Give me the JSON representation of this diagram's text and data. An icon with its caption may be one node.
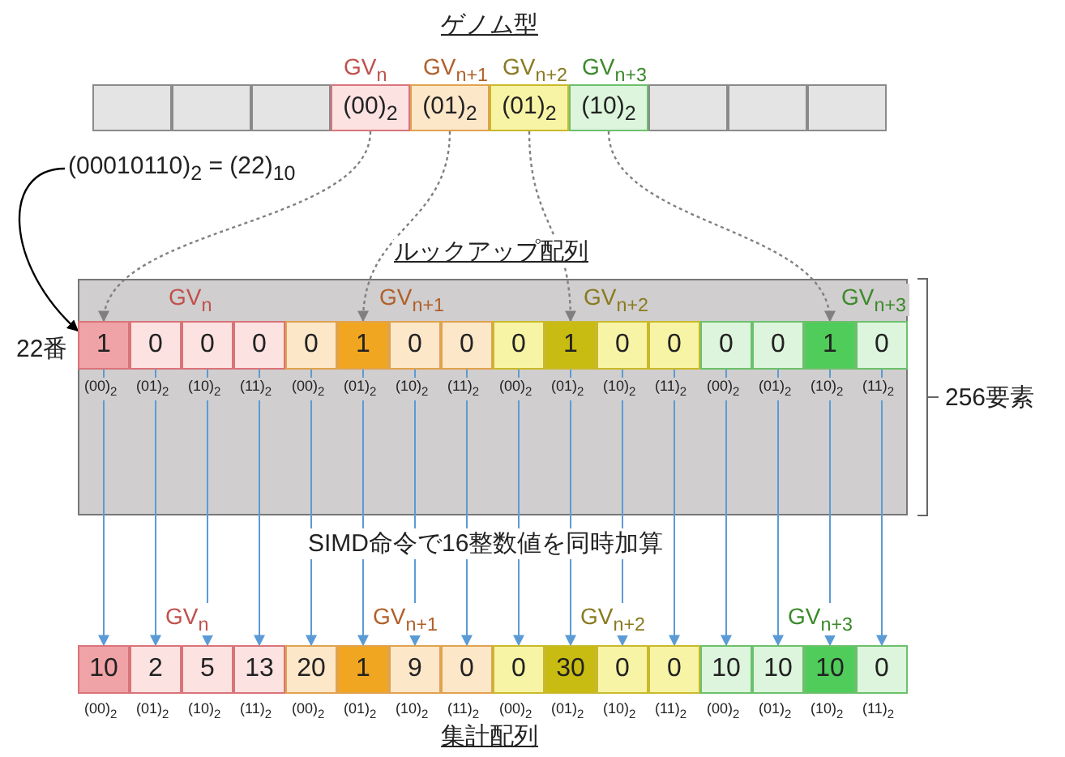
{
  "diagram": {
    "nodes": [
      {
        "text": [],
        "shape": "box"
      },
      {
        "text": [],
        "shape": "box"
      },
      {
        "text": [],
        "shape": "box"
      },
      {
        "text": [
          "(00)$_{2}$"
        ],
        "beside": [
          "GV$_{n}$"
        ]
      },
      {
        "text": [
          "(01)$_{2}$"
        ],
        "beside": [
          "GV$_{n+1}$"
        ]
      },
      {
        "text": [
          "(01)$_{2}$"
        ],
        "beside": [
          "GV$_{n+2}$"
        ]
      },
      {
        "text": [
          "(10)$_{2}$"
        ],
        "beside": [
          "GV$_{n+3}$"
        ]
      },
      {
        "text": [],
        "shape": "box"
      },
      {
        "text": [],
        "shape": "box"
      },
      {
        "text": [],
        "shape": "box"
      },
      {
        "text": [
          "(00010110)$_{2}$ = (22)$_{10}$"
        ]
      },
      {
        "text": [
          "ルックアップ配列"
        ]
      },
      {
        "text": [
          "1"
        ],
        "in": 11,
        "beside": [
          "22番",
          "(00)$_{2}$"
        ]
      },
      {
        "text": [
          "0"
        ],
        "in": 11,
        "beside": [
          "(01)$_{2}$"
        ]
      },
      {
        "text": [
          "0"
        ],
        "in": 11,
        "beside": [
          "(10)$_{2}$"
        ]
      },
      {
        "text": [
          "0"
        ],
        "in": 11,
        "beside": [
          "(11)$_{2}$"
        ]
      },
      {
        "text": [
          "0"
        ],
        "in": 11,
        "beside": [
          "(00)$_{2}$"
        ]
      },
      {
        "text": [
          "1"
        ],
        "in": 11,
        "beside": [
          "(01)$_{2}$"
        ]
      },
      {
        "text": [
          "0"
        ],
        "in": 11,
        "beside": [
          "(10)$_{2}$"
        ]
      },
      {
        "text": [
          "0"
        ],
        "in": 11,
        "beside": [
          "(11)$_{2}$"
        ]
      },
      {
        "text": [
          "0"
        ],
        "in": 11,
        "beside": [
          "(00)$_{2}$"
        ]
      },
      {
        "text": [
          "1"
        ],
        "in": 11,
        "beside": [
          "(01)$_{2}$"
        ]
      },
      {
        "text": [
          "0"
        ],
        "in": 11,
        "beside": [
          "(10)$_{2}$"
        ]
      },
      {
        "text": [
          "0"
        ],
        "in": 11,
        "beside": [
          "(11)$_{2}$"
        ]
      },
      {
        "text": [
          "0"
        ],
        "in": 11,
        "beside": [
          "(00)$_{2}$"
        ]
      },
      {
        "text": [
          "0"
        ],
        "in": 11,
        "beside": [
          "(01)$_{2}$"
        ]
      },
      {
        "text": [
          "1"
        ],
        "in": 11,
        "beside": [
          "(10)$_{2}$"
        ]
      },
      {
        "text": [
          "0"
        ],
        "in": 11,
        "beside": [
          "(11)$_{2}$"
        ]
      },
      {
        "text": [
          "10"
        ],
        "beside": [
          "(00)$_{2}$"
        ]
      },
      {
        "text": [
          "2"
        ],
        "beside": [
          "(01)$_{2}$"
        ]
      },
      {
        "text": [
          "5"
        ],
        "beside": [
          "(10)$_{2}$"
        ]
      },
      {
        "text": [
          "13"
        ],
        "beside": [
          "(11)$_{2}$"
        ]
      },
      {
        "text": [
          "20"
        ],
        "beside": [
          "(00)$_{2}$"
        ]
      },
      {
        "text": [
          "1"
        ],
        "beside": [
          "(01)$_{2}$"
        ]
      },
      {
        "text": [
          "9"
        ],
        "beside": [
          "(10)$_{2}$"
        ]
      },
      {
        "text": [
          "0"
        ],
        "beside": [
          "(11)$_{2}$"
        ]
      },
      {
        "text": [
          "0"
        ],
        "beside": [
          "(00)$_{2}$"
        ]
      },
      {
        "text": [
          "30"
        ],
        "beside": [
          "(01)$_{2}$"
        ]
      },
      {
        "text": [
          "0"
        ],
        "beside": [
          "(10)$_{2}$"
        ]
      },
      {
        "text": [
          "0"
        ],
        "beside": [
          "(11)$_{2}$"
        ]
      },
      {
        "text": [
          "10"
        ],
        "beside": [
          "(00)$_{2}$"
        ]
      },
      {
        "text": [
          "10"
        ],
        "beside": [
          "(01)$_{2}$"
        ]
      },
      {
        "text": [
          "10"
        ],
        "beside": [
          "(10)$_{2}$"
        ]
      },
      {
        "text": [
          "0"
        ],
        "beside": [
          "(11)$_{2}$"
        ]
      }
    ],
    "edges": [
      {
        "from": 3,
        "to": 12,
        "arrow": "to",
        "style": "dashed",
        "color": "#808080"
      },
      {
        "from": 4,
        "to": 17,
        "arrow": "to",
        "style": "dashed",
        "color": "#808080"
      },
      {
        "from": 5,
        "to": 21,
        "arrow": "to",
        "style": "dashed",
        "color": "#808080"
      },
      {
        "from": 6,
        "to": 26,
        "arrow": "to",
        "style": "dashed",
        "color": "#808080"
      },
      {
        "from": 10,
        "to": 12,
        "arrow": "to",
        "color": "#000000"
      },
      {
        "from": 12,
        "to": 28,
        "arrow": "to"
      },
      {
        "from": 13,
        "to": 29,
        "arrow": "to"
      },
      {
        "from": 14,
        "to": 30,
        "arrow": "to"
      },
      {
        "from": 15,
        "to": 31,
        "arrow": "to"
      },
      {
        "from": 16,
        "to": 32,
        "arrow": "to"
      },
      {
        "from": 17,
        "to": 33,
        "arrow": "to"
      },
      {
        "from": 18,
        "to": 34,
        "arrow": "to"
      },
      {
        "from": 19,
        "to": 35,
        "arrow": "to"
      },
      {
        "from": 20,
        "to": 36,
        "arrow": "to"
      },
      {
        "from": 21,
        "to": 37,
        "arrow": "to"
      },
      {
        "from": 22,
        "to": 38,
        "arrow": "to"
      },
      {
        "from": 23,
        "to": 39,
        "arrow": "to"
      },
      {
        "from": 24,
        "to": 40,
        "arrow": "to"
      },
      {
        "from": 25,
        "to": 41,
        "arrow": "to"
      },
      {
        "from": 26,
        "to": 42,
        "arrow": "to"
      },
      {
        "from": 27,
        "to": 43,
        "arrow": "to"
      }
    ],
    "labels": [
      "ゲノム型",
      "GV$_{n}$",
      "GV$_{n+1}$",
      "GV$_{n+2}$",
      "GV$_{n+3}$",
      "256要素",
      "SIMD命令で16整数値を同時加算",
      "GV$_{n}$",
      "GV$_{n+1}$",
      "GV$_{n+2}$",
      "GV$_{n+3}$",
      "集計配列"
    ]
  }
}
